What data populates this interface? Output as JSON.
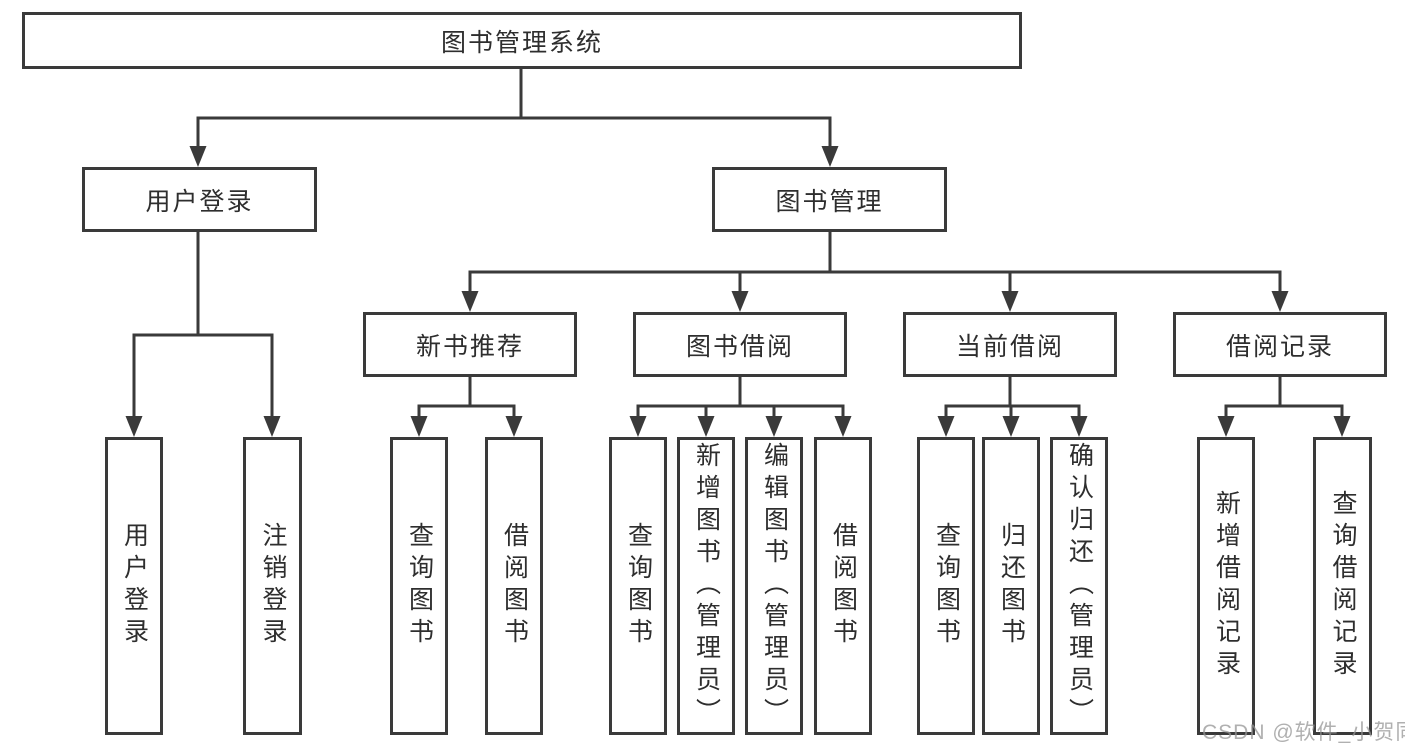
{
  "tree": {
    "label": "图书管理系统",
    "children": [
      {
        "label": "用户登录",
        "children": [
          {
            "label": "用户登录"
          },
          {
            "label": "注销登录"
          }
        ]
      },
      {
        "label": "图书管理",
        "children": [
          {
            "label": "新书推荐",
            "children": [
              {
                "label": "查询图书"
              },
              {
                "label": "借阅图书"
              }
            ]
          },
          {
            "label": "图书借阅",
            "children": [
              {
                "label": "查询图书"
              },
              {
                "label": "新增图书（管理员）"
              },
              {
                "label": "编辑图书（管理员）"
              },
              {
                "label": "借阅图书"
              }
            ]
          },
          {
            "label": "当前借阅",
            "children": [
              {
                "label": "查询图书"
              },
              {
                "label": "归还图书"
              },
              {
                "label": "确认归还（管理员）"
              }
            ]
          },
          {
            "label": "借阅记录",
            "children": [
              {
                "label": "新增借阅记录"
              },
              {
                "label": "查询借阅记录"
              }
            ]
          }
        ]
      }
    ]
  },
  "watermark": {
    "text": "CSDN @软件_小贺同学"
  },
  "colors": {
    "line": "#3a3a3a",
    "box_border": "#3a3a3a",
    "box_fill": "#ffffff",
    "label_text": "#2e2e2e",
    "watermark_text": "#b4b4b4",
    "background": "#ffffff"
  }
}
